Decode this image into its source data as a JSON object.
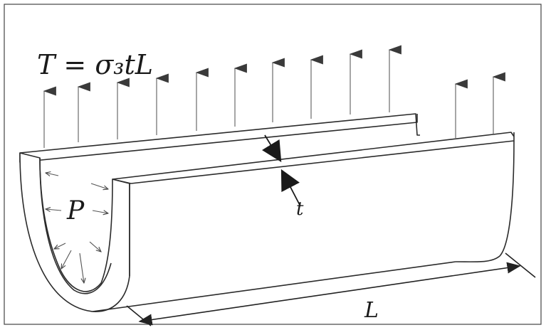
{
  "labels": {
    "force": "T = σ₃tL",
    "pressure": "P",
    "thickness": "t",
    "length": "L"
  },
  "colors": {
    "line": "#2b2b2b",
    "arrow_fill": "#3a3a3a",
    "frame": "#444444"
  },
  "icons": {
    "tension_arrow": "arrow-up-icon",
    "pressure_arrow": "small-arrow-icon",
    "dimension_arrow": "double-arrow-icon"
  }
}
